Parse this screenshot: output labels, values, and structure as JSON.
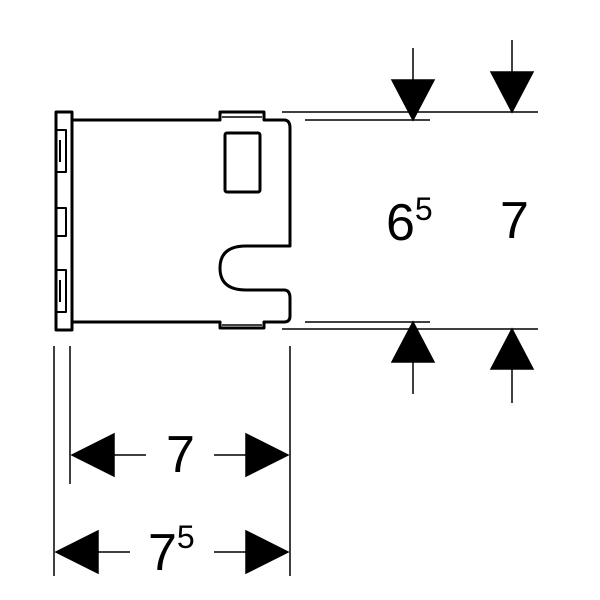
{
  "dimensions": {
    "height_inner": {
      "value": "6",
      "sup": "5"
    },
    "height_outer": {
      "value": "7"
    },
    "width_inner": {
      "value": "7"
    },
    "width_outer": {
      "value": "7",
      "sup": "5"
    }
  },
  "colors": {
    "stroke": "#000000",
    "fill": "#ffffff"
  }
}
